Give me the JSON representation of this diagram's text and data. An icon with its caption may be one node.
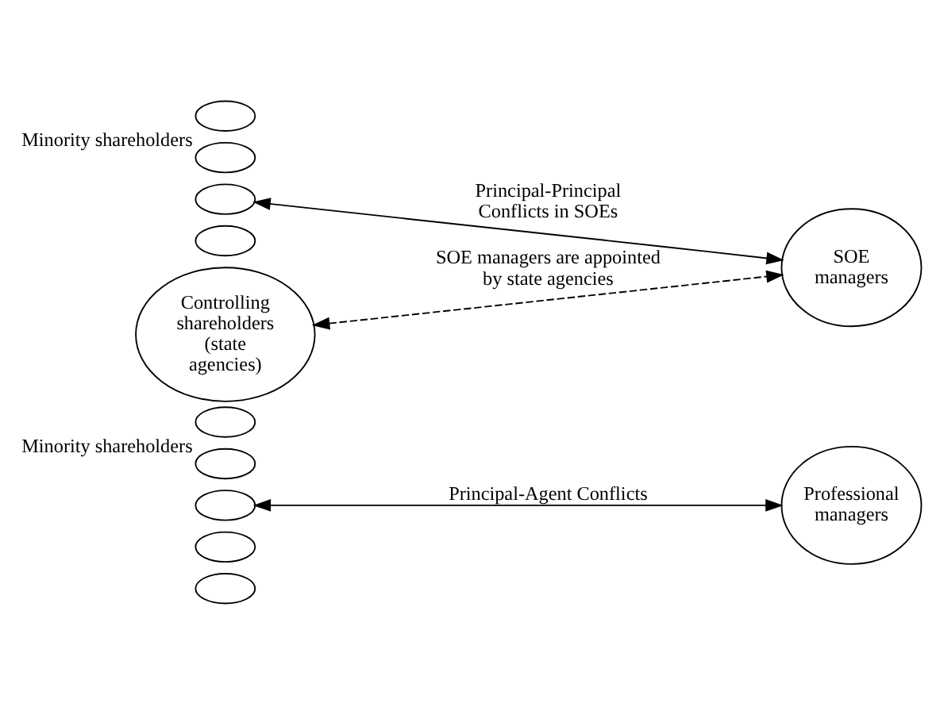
{
  "diagram": {
    "nodes": [
      {
        "text": [],
        "shape": "ellipse",
        "beside": [
          "Minority shareholders"
        ]
      },
      {
        "text": [],
        "shape": "ellipse"
      },
      {
        "text": [],
        "shape": "ellipse"
      },
      {
        "text": [],
        "shape": "ellipse"
      },
      {
        "text": [],
        "shape": "ellipse"
      },
      {
        "text": [
          "Professional managers"
        ]
      },
      {
        "text": [],
        "shape": "ellipse",
        "beside": [
          "Minority shareholders"
        ]
      },
      {
        "text": [],
        "shape": "ellipse"
      },
      {
        "text": [],
        "shape": "ellipse"
      },
      {
        "text": [],
        "shape": "ellipse"
      },
      {
        "text": [
          "Controlling shareholders (state agencies)"
        ]
      },
      {
        "text": [
          "SOE managers"
        ]
      }
    ],
    "edges": [
      {
        "from": 2,
        "to": 5,
        "arrow": "both",
        "label": "Principal-Agent Conflicts"
      },
      {
        "from": 8,
        "to": 11,
        "arrow": "both",
        "label": "Principal-Principal Conflicts in SOEs"
      },
      {
        "from": 10,
        "to": 11,
        "arrow": "both",
        "style": "dashed",
        "label": "SOE managers are appointed by state agencies"
      }
    ]
  }
}
